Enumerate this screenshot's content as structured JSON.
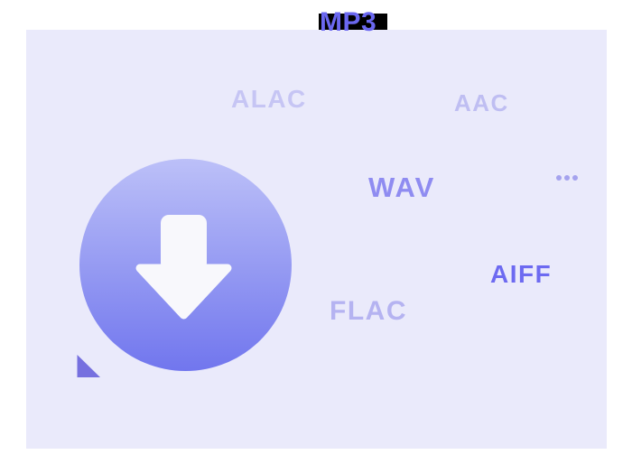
{
  "illustration": {
    "description": "audio-formats-download-graphic",
    "background_color": "#ffffff",
    "panel_color": "#eaeafb"
  },
  "formats": [
    {
      "id": "mp3",
      "label": "MP3",
      "color": "#6b68f0",
      "highlight_background": "#000000"
    },
    {
      "id": "alac",
      "label": "ALAC",
      "color": "#c6c5f4"
    },
    {
      "id": "aac",
      "label": "AAC",
      "color": "#bfbef2"
    },
    {
      "id": "wav",
      "label": "WAV",
      "color": "#8f8cf1"
    },
    {
      "id": "aiff",
      "label": "AIFF",
      "color": "#6d6af1"
    },
    {
      "id": "flac",
      "label": "FLAC",
      "color": "#b5b3f1"
    }
  ],
  "download_button": {
    "icon": "download-arrow-icon",
    "gradient_top": "#bcc0f8",
    "gradient_bottom": "#7176ee",
    "arrow_color": "#f8f8fc"
  },
  "more_indicator": {
    "type": "ellipsis",
    "dot_count": 3,
    "dot_color": "#a5a3ee"
  },
  "cursor_triangle": {
    "color": "#7670df"
  }
}
